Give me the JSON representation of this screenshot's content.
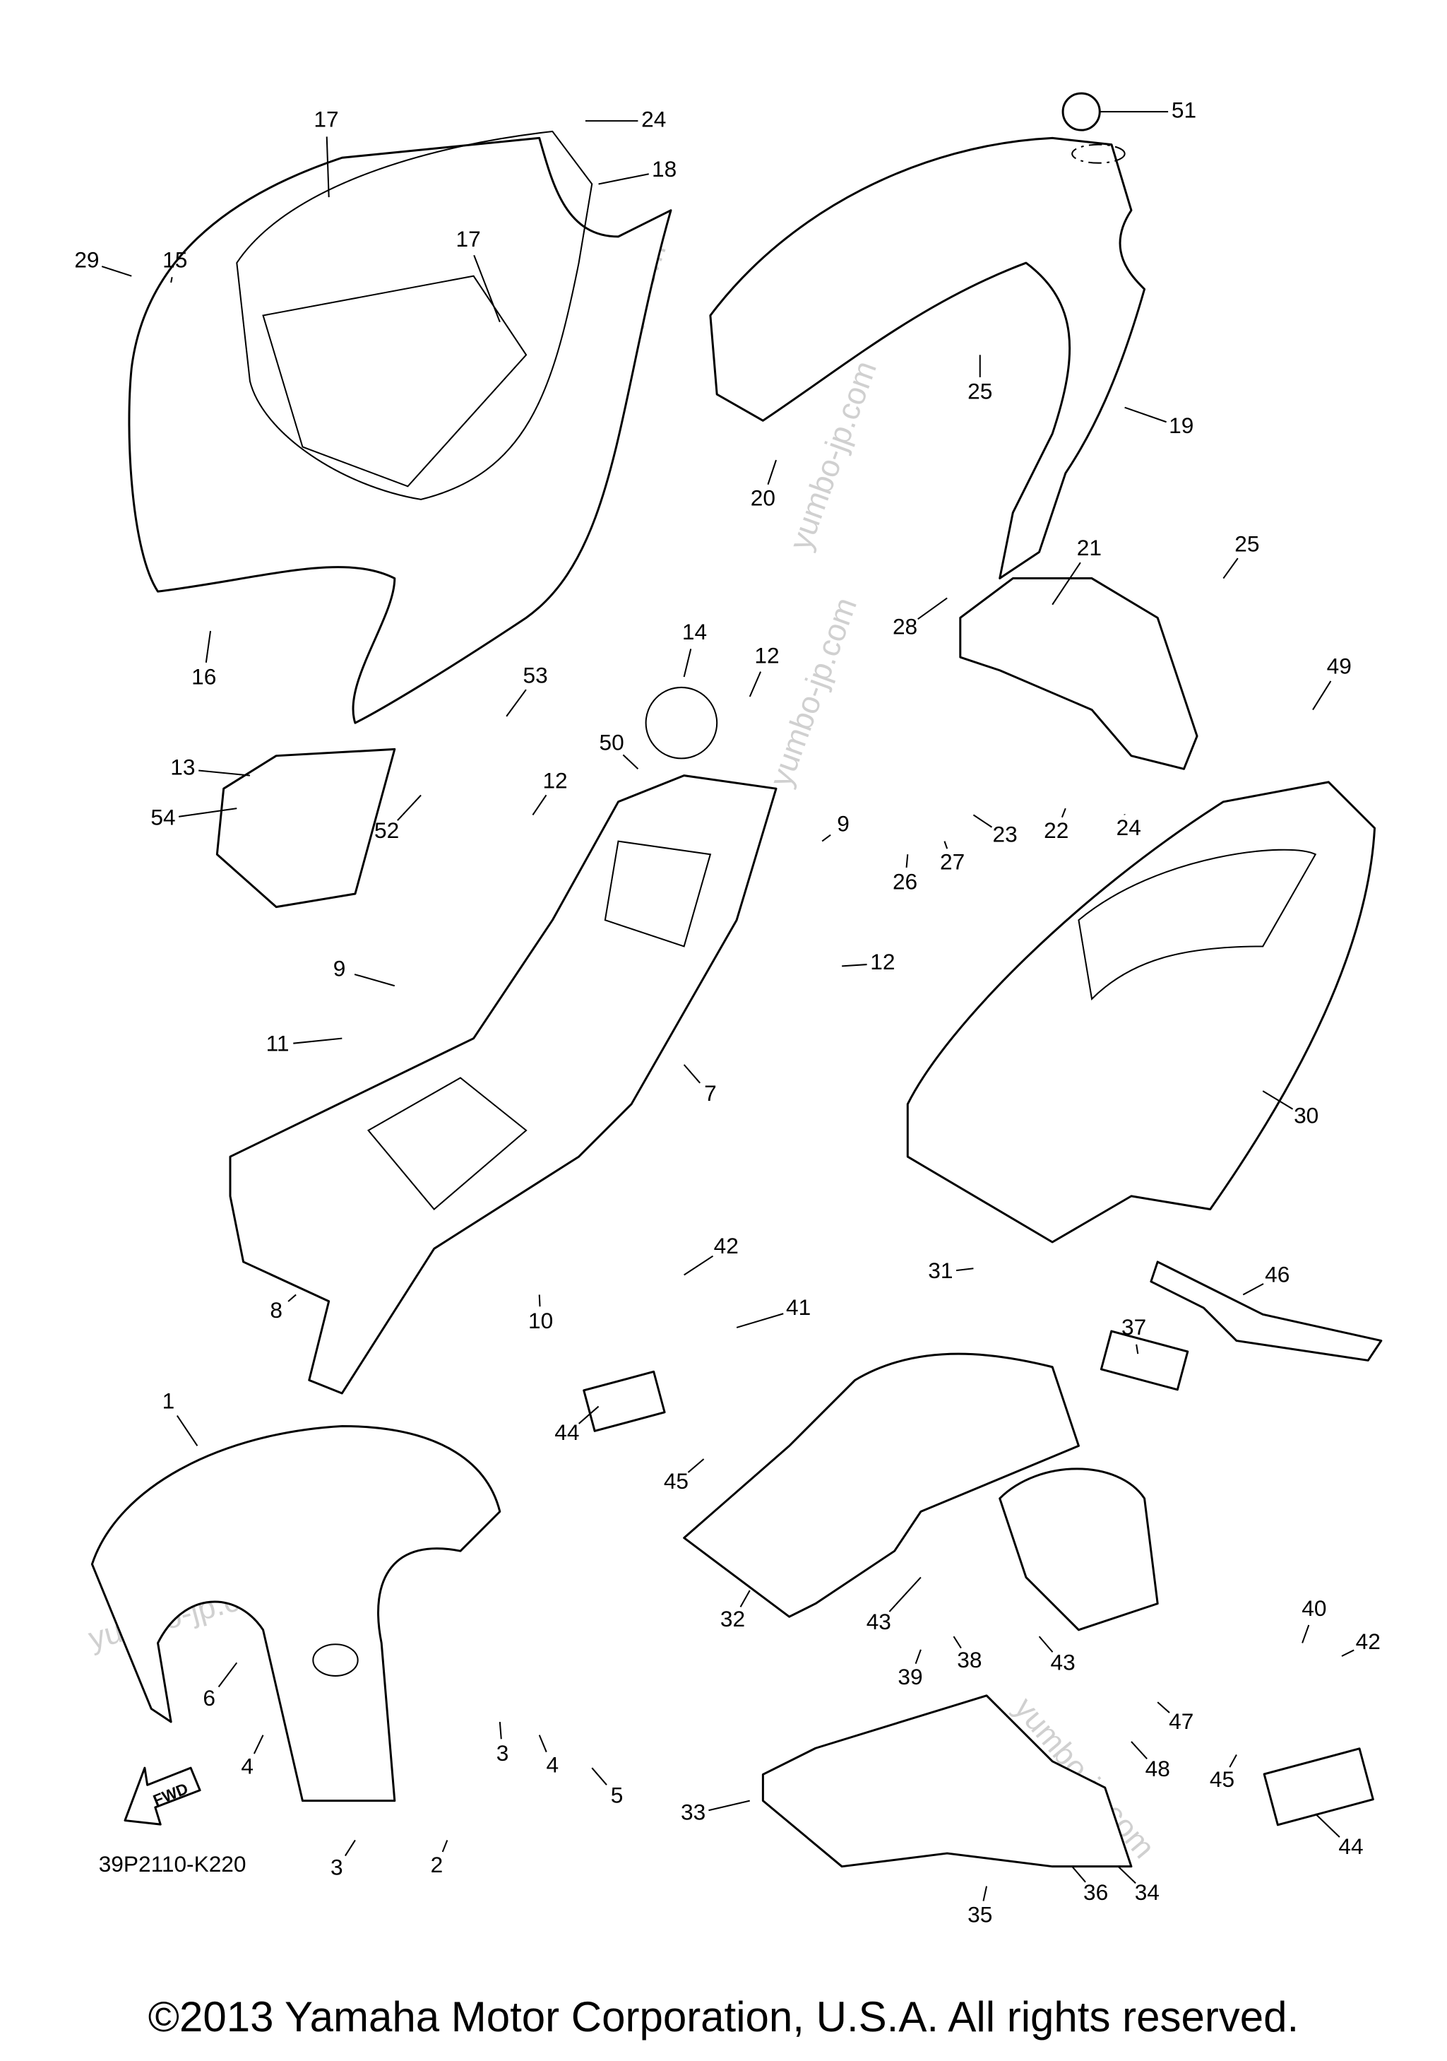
{
  "diagram": {
    "part_code": "39P2110-K220",
    "fwd_label": "FWD",
    "watermark": "yumbo-jp.com",
    "callouts": [
      "17",
      "24",
      "18",
      "29",
      "15",
      "17",
      "16",
      "51",
      "25",
      "19",
      "20",
      "21",
      "25",
      "28",
      "14",
      "12",
      "53",
      "49",
      "13",
      "54",
      "52",
      "50",
      "12",
      "9",
      "26",
      "27",
      "23",
      "22",
      "24",
      "9",
      "12",
      "11",
      "7",
      "30",
      "42",
      "41",
      "46",
      "37",
      "31",
      "8",
      "10",
      "44",
      "45",
      "1",
      "6",
      "4",
      "3",
      "4",
      "5",
      "3",
      "2",
      "32",
      "43",
      "39",
      "38",
      "43",
      "40",
      "42",
      "47",
      "48",
      "45",
      "33",
      "35",
      "36",
      "34",
      "44"
    ]
  },
  "footer": {
    "copyright": "©2013 Yamaha Motor Corporation, U.S.A. All rights reserved."
  }
}
